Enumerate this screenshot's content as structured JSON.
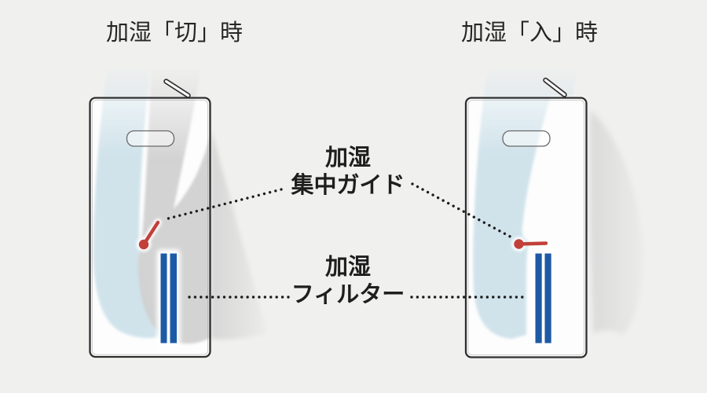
{
  "panels": [
    {
      "id": "humidify-off",
      "title": "加湿「切」時"
    },
    {
      "id": "humidify-on",
      "title": "加湿「入」時"
    }
  ],
  "callouts": {
    "guide": {
      "line1": "加湿",
      "line2": "集中ガイド"
    },
    "filter": {
      "line1": "加湿",
      "line2": "フィルター"
    }
  },
  "colors": {
    "background": "#f0f0ef",
    "filter_blue": "#1d5aa6",
    "guide_red": "#c2403a",
    "airflow_blue": "#cfe2ea",
    "airflow_gray": "#d0d0d0",
    "outline_dark": "#2e2e2e",
    "text_dark": "#262626",
    "leader_dot": "#1c1c1c"
  }
}
